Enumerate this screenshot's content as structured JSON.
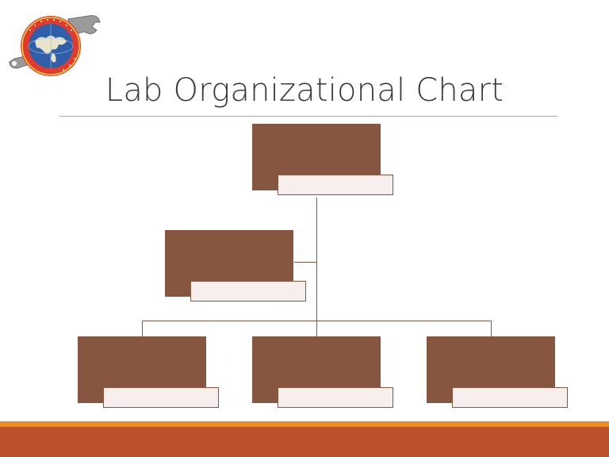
{
  "slide": {
    "title": "Lab Organizational Chart"
  },
  "logo": {
    "icon": "globe-wrench-emblem-icon",
    "colors": {
      "ring": "#e23b2e",
      "globe": "#2f5fa8",
      "land": "#e8e4c9",
      "wrench": "#9a9a9a"
    }
  },
  "org_chart": {
    "levels": 3,
    "nodes": [
      {
        "id": "top",
        "label": ""
      },
      {
        "id": "assistant",
        "label": ""
      },
      {
        "id": "left",
        "label": ""
      },
      {
        "id": "center",
        "label": ""
      },
      {
        "id": "right",
        "label": ""
      }
    ]
  },
  "colors": {
    "node_fill": "#875641",
    "label_fill": "#f6efee",
    "connector": "#875641",
    "footer_accent": "#ee8a1e",
    "footer_bar": "#bc512c",
    "title_text": "#3a3a3a"
  }
}
